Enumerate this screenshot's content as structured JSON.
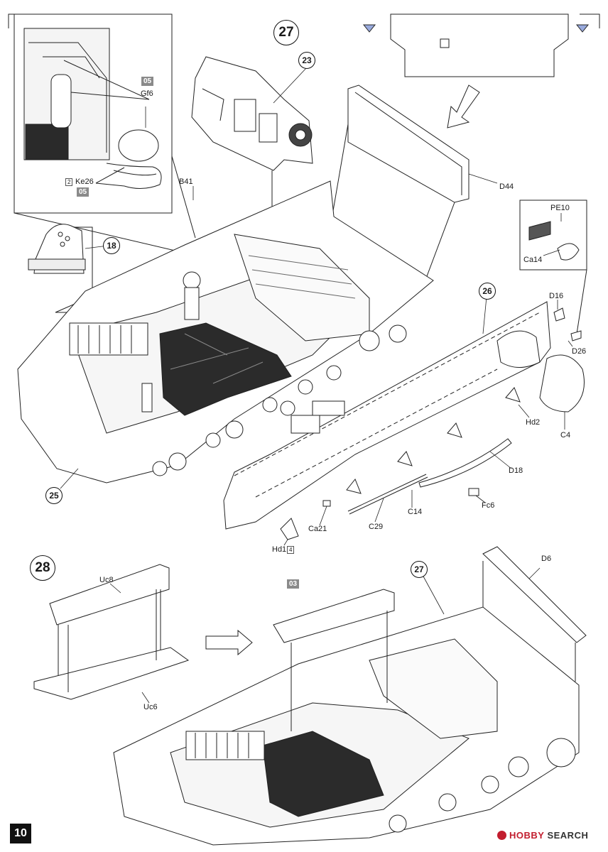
{
  "page": {
    "number": "10"
  },
  "steps": [
    {
      "id": "27",
      "kind": "main"
    },
    {
      "id": "28",
      "kind": "main"
    },
    {
      "id": "23",
      "kind": "ref"
    },
    {
      "id": "18",
      "kind": "ref"
    },
    {
      "id": "26",
      "kind": "ref"
    },
    {
      "id": "25",
      "kind": "ref"
    },
    {
      "id": "27",
      "kind": "ref"
    }
  ],
  "paint_codes": [
    "05",
    "05",
    "03"
  ],
  "parts": {
    "gf6": "Gf6",
    "ke26": "Ke26",
    "ke26_qty": "2",
    "b41": "B41",
    "d44": "D44",
    "pe10": "PE10",
    "ca14": "Ca14",
    "d16": "D16",
    "d26": "D26",
    "hd2": "Hd2",
    "c4": "C4",
    "d18": "D18",
    "fc6": "Fc6",
    "c14": "C14",
    "ca21": "Ca21",
    "c29": "C29",
    "hd1": "Hd1",
    "hd1_qty": "4",
    "uc8": "Uc8",
    "uc6": "Uc6",
    "d6": "D6"
  },
  "watermark": {
    "brand": "HOBBY",
    "suffix": "SEARCH"
  }
}
